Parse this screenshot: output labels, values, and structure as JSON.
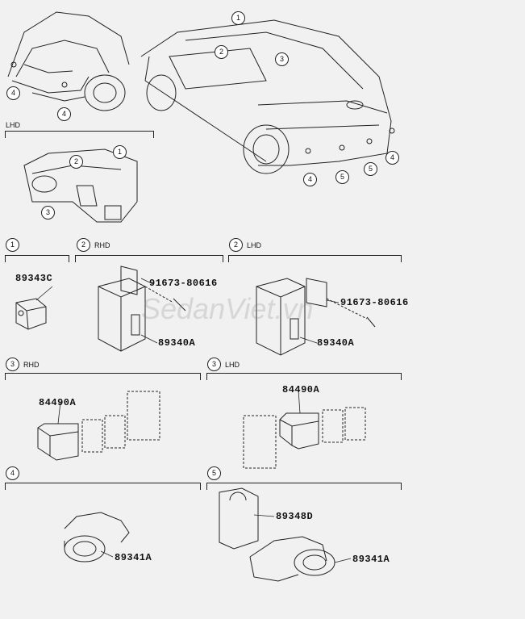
{
  "brand_watermark": "SedanViet.vn",
  "labels": {
    "lhd_dash": "LHD",
    "sec2_rhd": "RHD",
    "sec2_lhd": "LHD",
    "sec3_rhd": "RHD",
    "sec3_lhd": "LHD"
  },
  "callouts": [
    "1",
    "2",
    "3",
    "4",
    "5"
  ],
  "parts": {
    "p1": "89343C",
    "p2_rhd_clip": "91673-80616",
    "p2_rhd_ecu": "89340A",
    "p2_lhd_clip": "91673-80616",
    "p2_lhd_ecu": "89340A",
    "p3_rhd_switch": "84490A",
    "p3_lhd_switch": "84490A",
    "p4_sensor": "89341A",
    "p5_retainer": "89348D",
    "p5_sensor": "89341A"
  }
}
